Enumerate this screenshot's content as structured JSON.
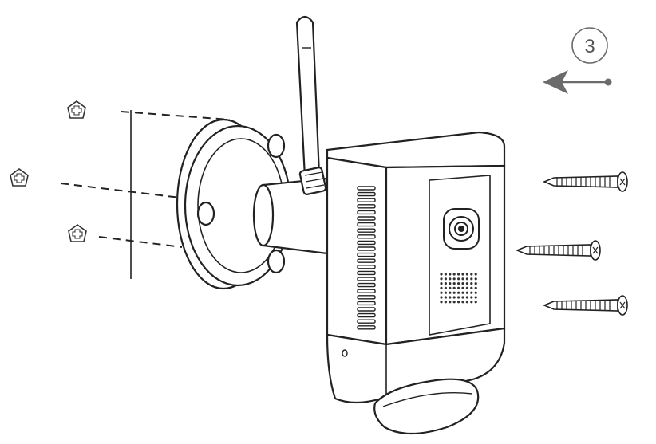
{
  "step": {
    "number": "3"
  },
  "colors": {
    "line": "#222222",
    "arrow": "#6b6b6b",
    "circle": "#6b6b6b",
    "background": "#ffffff"
  },
  "parts": {
    "wall_anchors": {
      "count": 3,
      "icon": "wall-anchor-icon"
    },
    "screws": {
      "count": 3,
      "icon": "screw-icon"
    }
  }
}
